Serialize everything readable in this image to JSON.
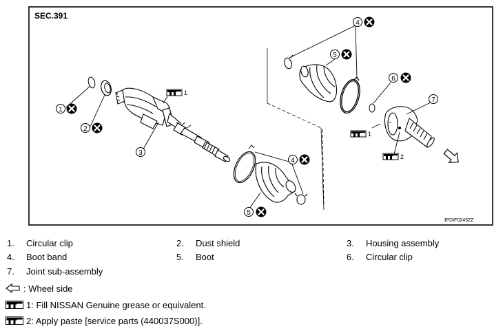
{
  "section_label": "SEC.391",
  "figure_code": "JPDIF0243ZZ",
  "callouts": {
    "c1": "1",
    "c2": "2",
    "c3": "3",
    "c4a": "4",
    "c4b": "4",
    "c5a": "5",
    "c5b": "5",
    "c6": "6",
    "c7": "7",
    "grease1a": "1",
    "grease1b": "1",
    "paste2": "2"
  },
  "legend": {
    "rows": [
      [
        {
          "num": "1.",
          "label": "Circular clip"
        },
        {
          "num": "2.",
          "label": "Dust shield"
        },
        {
          "num": "3.",
          "label": "Housing assembly"
        }
      ],
      [
        {
          "num": "4.",
          "label": "Boot band"
        },
        {
          "num": "5.",
          "label": "Boot"
        },
        {
          "num": "6.",
          "label": "Circular clip"
        }
      ],
      [
        {
          "num": "7.",
          "label": "Joint sub-assembly"
        }
      ]
    ],
    "wheel_side": ": Wheel side",
    "note1": "1: Fill NISSAN Genuine grease or equivalent.",
    "note2": "2: Apply paste [service parts (440037S000)]."
  },
  "icons": [
    "wheel-side-arrow-icon",
    "grease-gun-icon",
    "do-not-reuse-icon"
  ]
}
